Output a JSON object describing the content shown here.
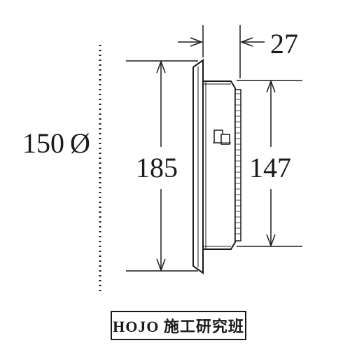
{
  "dimensions": {
    "diameter": "150",
    "diameter_symbol": "Ø",
    "height_outer": "185",
    "height_inner": "147",
    "depth": "27"
  },
  "label": {
    "text": "HOJO 施工研究班"
  },
  "colors": {
    "ink": "#1a1a1a",
    "background": "#ffffff"
  }
}
